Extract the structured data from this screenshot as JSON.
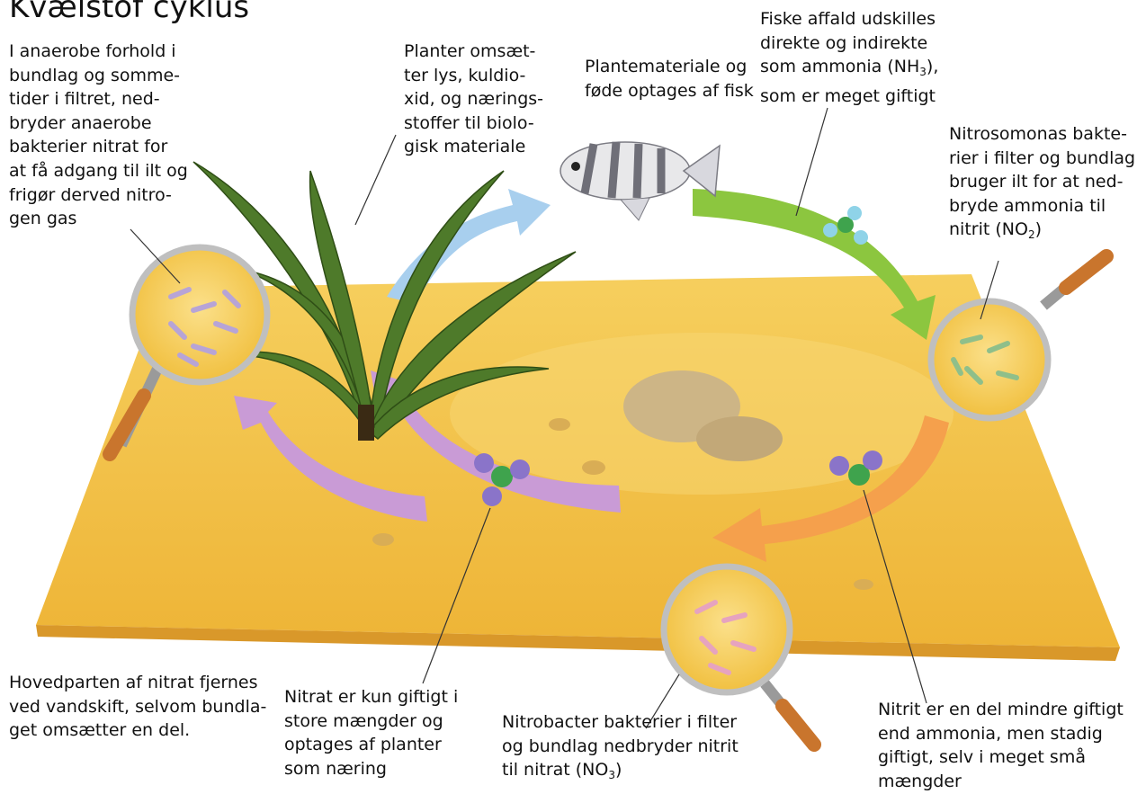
{
  "title": "Kvælstof cyklus",
  "labels": {
    "anaerobic": "I anaerobe forhold i\nbundlag og somme-\ntider i filtret, ned-\nbryder anaerobe\nbakterier nitrat for\nat få adgang til ilt og\nfrigør derved nitro-\ngen gas",
    "plants": "Planter omsæt-\nter lys, kuldio-\nxid, og nærings-\nstoffer til biolo-\ngisk materiale",
    "plant_material": "Plantemateriale og\nføde optages af fisk",
    "fish_waste_1": "Fiske affald udskilles\ndirekte og indirekte\nsom ammonia (NH",
    "fish_waste_sub": "3",
    "fish_waste_2": "),\nsom er meget giftigt",
    "nitrosomonas_1": "Nitrosomonas bakte-\nrier i filter og bundlag\nbruger ilt for at ned-\nbryde ammonia til\nnitrit (NO",
    "nitrosomonas_sub": "2",
    "nitrosomonas_2": ")",
    "water_change": "Hovedparten af nitrat fjernes\nved vandskift, selvom bundla-\nget omsætter en del.",
    "nitrate": "Nitrat er kun giftigt i\nstore mængder og\noptages af planter\nsom næring",
    "nitrobacter_1": "Nitrobacter bakterier i filter\nog bundlag nedbryder nitrit\ntil nitrat (NO",
    "nitrobacter_sub": "3",
    "nitrobacter_2": ")",
    "nitrite": "Nitrit er en del mindre giftigt\nend ammonia, men stadig\ngiftigt, selv i meget små\nmængder"
  },
  "colors": {
    "sand": "#f2c24a",
    "sand_light": "#f7d56b",
    "arrow_blue": "#a8cfee",
    "arrow_green": "#8cc63f",
    "arrow_orange": "#f5a04c",
    "arrow_purple": "#c99bd6",
    "bacteria_green": "#8fbf8a",
    "bacteria_pink": "#e6a3bf",
    "bacteria_purple": "#b7a4d6",
    "molecule_purple": "#8a74c9",
    "molecule_green": "#3fa34d",
    "molecule_cyan": "#8fd3e8"
  }
}
